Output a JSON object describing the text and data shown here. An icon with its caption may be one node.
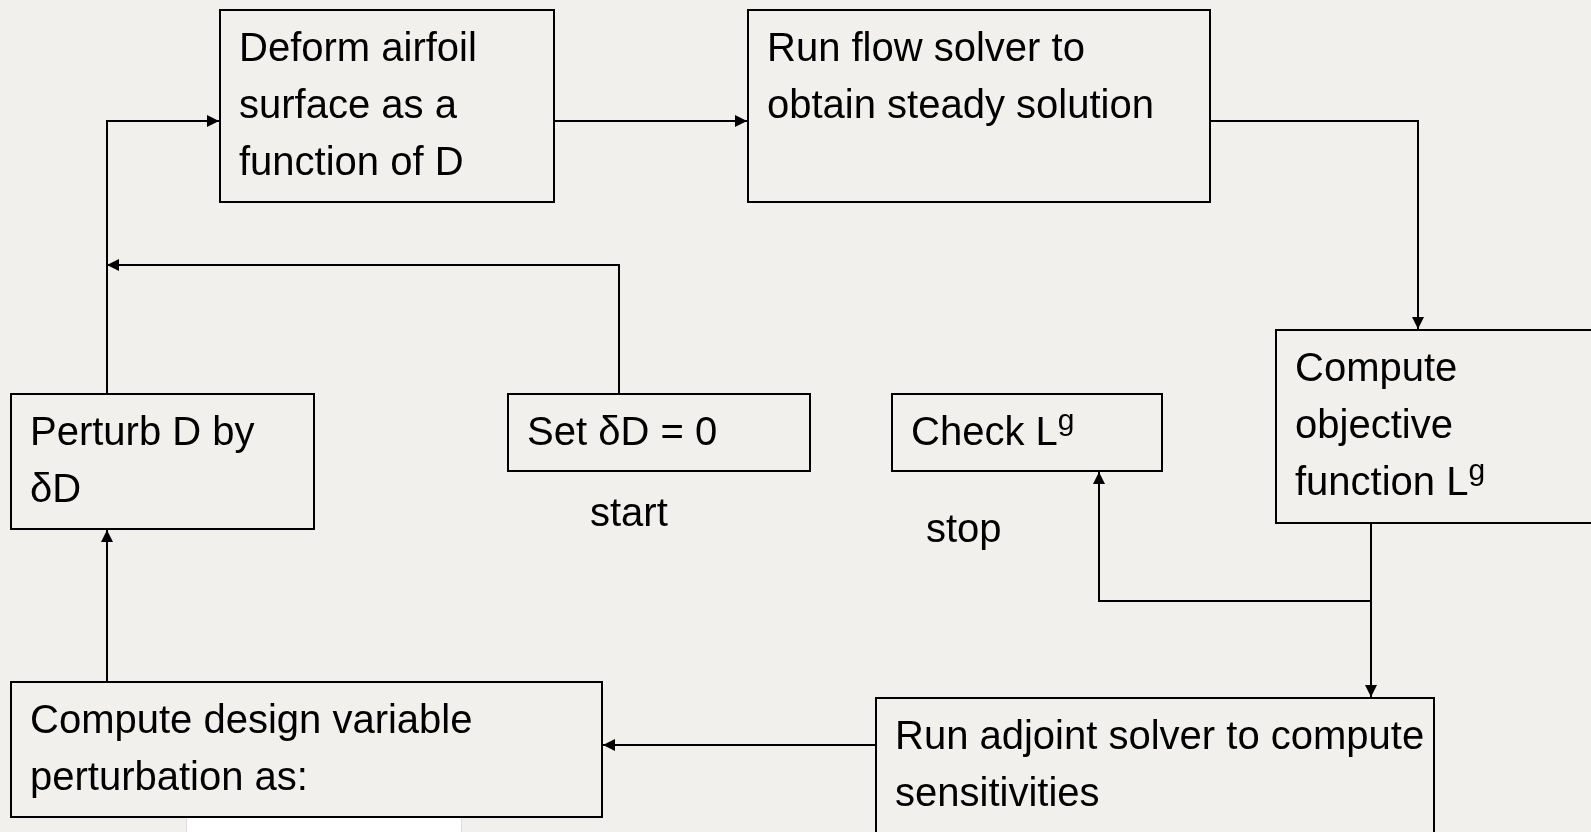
{
  "diagram": {
    "nodes": [
      {
        "text": [
          "Deform airfoil surface as a function of D"
        ]
      },
      {
        "text": [
          "Run flow solver to obtain steady solution"
        ]
      },
      {
        "text": [
          "Compute objective function L$^{g}$"
        ]
      },
      {
        "text": [
          "Check L$^{g}$"
        ],
        "beside": [
          "stop"
        ]
      },
      {
        "text": [
          "Set δD = 0"
        ],
        "beside": [
          "start"
        ]
      },
      {
        "text": [
          "Perturb D by δD"
        ]
      },
      {
        "text": [
          "Compute design variable perturbation as:"
        ]
      },
      {
        "text": [
          "Run adjoint solver to compute sensitivities"
        ]
      }
    ],
    "edges": [
      {
        "from": 0,
        "to": 1,
        "arrow": "to"
      },
      {
        "from": 1,
        "to": 2,
        "arrow": "to"
      },
      {
        "from": 2,
        "to": 7,
        "arrow": "to"
      },
      {
        "from": 2,
        "to": 3,
        "arrow": "to"
      },
      {
        "from": 4,
        "to": 0,
        "arrow": "to"
      },
      {
        "from": 5,
        "to": 0,
        "arrow": "to"
      },
      {
        "from": 7,
        "to": 6,
        "arrow": "to"
      },
      {
        "from": 6,
        "to": 5,
        "arrow": "to"
      }
    ]
  }
}
